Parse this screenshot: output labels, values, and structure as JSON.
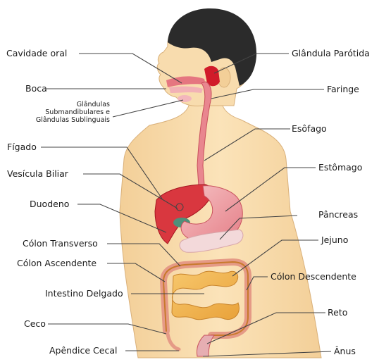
{
  "labels": {
    "cavidade_oral": "Cavidade oral",
    "boca": "Boca",
    "glandulas_sub": "Glândulas Submandibulares e Glândulas Sublinguais",
    "figado": "Fígado",
    "vesicula_biliar": "Vesícula Biliar",
    "duodeno": "Duodeno",
    "colon_transverso": "Cólon Transverso",
    "colon_ascendente": "Cólon Ascendente",
    "intestino_delgado": "Intestino Delgado",
    "ceco": "Ceco",
    "apendice_cecal": "Apêndice Cecal",
    "glandula_parotida": "Glândula Parótida",
    "faringe": "Faringe",
    "esofago": "Esôfago",
    "estomago": "Estômago",
    "pancreas": "Pâncreas",
    "jejuno": "Jejuno",
    "colon_descendente": "Cólon Descendente",
    "reto": "Reto",
    "anus": "Ânus"
  },
  "colors": {
    "skin": "#f8dcae",
    "hair": "#2b2b2b",
    "organ_red": "#d11b2a",
    "liver": "#d9373f",
    "stomach": "#f0a0a6",
    "intestine": "#f0b24a",
    "colon": "#e59a86",
    "leader_line": "#444444"
  }
}
